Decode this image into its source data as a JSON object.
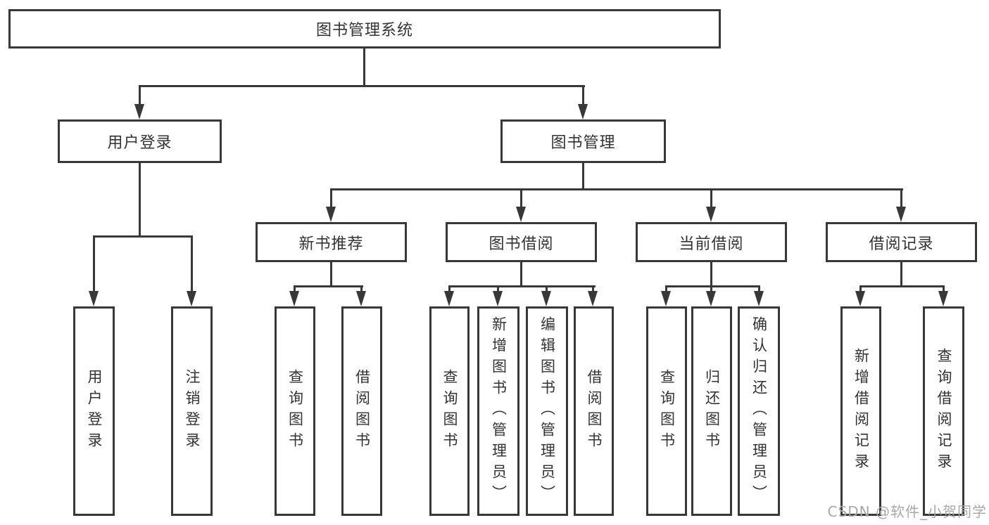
{
  "tree": {
    "root": "图书管理系统",
    "branches": [
      {
        "label": "用户登录",
        "children": [
          "用户登录",
          "注销登录"
        ]
      },
      {
        "label": "图书管理",
        "children": [
          {
            "label": "新书推荐",
            "children": [
              "查询图书",
              "借阅图书"
            ]
          },
          {
            "label": "图书借阅",
            "children": [
              "查询图书",
              "新增图书（管理员）",
              "编辑图书（管理员）",
              "借阅图书"
            ]
          },
          {
            "label": "当前借阅",
            "children": [
              "查询图书",
              "归还图书",
              "确认归还（管理员）"
            ]
          },
          {
            "label": "借阅记录",
            "children": [
              "新增借阅记录",
              "查询借阅记录"
            ]
          }
        ]
      }
    ]
  },
  "watermark": "CSDN @软件_小贺同学",
  "colors": {
    "line": "#383838",
    "text": "#333333",
    "box_background": "#ffffff",
    "watermark": "#a8a8a8",
    "page_background": "#ffffff"
  }
}
